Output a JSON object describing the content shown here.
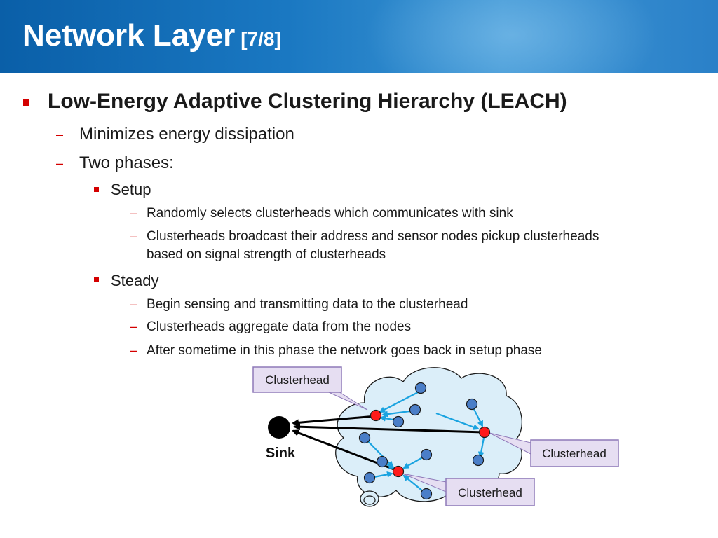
{
  "slide": {
    "title": "Network Layer",
    "title_suffix": "[7/8]"
  },
  "bullets": {
    "main": "Low-Energy Adaptive Clustering Hierarchy (LEACH)",
    "sub1": "Minimizes energy dissipation",
    "sub2": "Two phases:",
    "setup": {
      "label": "Setup",
      "items": [
        "Randomly selects clusterheads which communicates with sink",
        "Clusterheads broadcast their address and sensor nodes pickup clusterheads",
        "based on signal strength of clusterheads"
      ]
    },
    "steady": {
      "label": "Steady",
      "items": [
        "Begin sensing and transmitting data to the clusterhead",
        "Clusterheads aggregate data from the nodes",
        "After sometime in this phase the network goes back in setup phase"
      ]
    }
  },
  "diagram": {
    "sink_label": "Sink",
    "callouts": [
      "Clusterhead",
      "Clusterhead",
      "Clusterhead"
    ]
  },
  "colors": {
    "header": "#1a78c2",
    "bullet_marker": "#d40000",
    "cloud_fill": "#dbeef9",
    "node_blue": "#4a7ec8",
    "clusterhead_red": "#ff1a1a",
    "arrow_cyan": "#1aa3e0",
    "callout_fill": "#e6def2",
    "callout_border": "#8d78b8"
  }
}
